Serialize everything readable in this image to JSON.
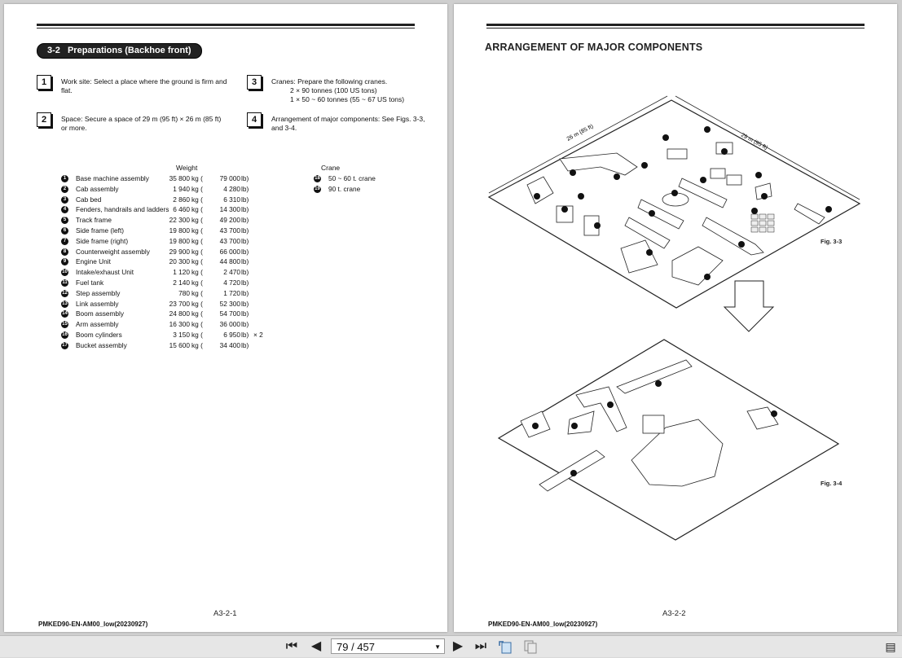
{
  "left_page": {
    "section_number": "3-2",
    "section_title": "Preparations (Backhoe front)",
    "steps": [
      {
        "num": "1",
        "text": "Work site: Select a place where the ground is firm and flat."
      },
      {
        "num": "2",
        "text": "Space: Secure a space of 29 m (95 ft) × 26 m (85 ft) or more."
      },
      {
        "num": "3",
        "text": "Cranes: Prepare the following cranes.",
        "sub": [
          "2 × 90 tonnes (100 US tons)",
          "1 × 50 ~ 60 tonnes (55 ~ 67 US tons)"
        ]
      },
      {
        "num": "4",
        "text": "Arrangement of major components: See Figs. 3-3, and 3-4."
      }
    ],
    "weight_header": "Weight",
    "crane_header": "Crane",
    "parts": [
      {
        "n": "1",
        "name": "Base machine assembly",
        "kg": "35 800",
        "lb": "79 000"
      },
      {
        "n": "2",
        "name": "Cab assembly",
        "kg": "1 940",
        "lb": "4 280"
      },
      {
        "n": "3",
        "name": "Cab bed",
        "kg": "2 860",
        "lb": "6 310"
      },
      {
        "n": "4",
        "name": "Fenders, handrails and ladders",
        "kg": "6 460",
        "lb": "14 300"
      },
      {
        "n": "5",
        "name": "Track frame",
        "kg": "22 300",
        "lb": "49 200"
      },
      {
        "n": "6",
        "name": "Side frame (left)",
        "kg": "19 800",
        "lb": "43 700"
      },
      {
        "n": "7",
        "name": "Side frame (right)",
        "kg": "19 800",
        "lb": "43 700"
      },
      {
        "n": "8",
        "name": "Counterweight assembly",
        "kg": "29 900",
        "lb": "66 000"
      },
      {
        "n": "9",
        "name": "Engine Unit",
        "kg": "20 300",
        "lb": "44 800"
      },
      {
        "n": "10",
        "name": "Intake/exhaust Unit",
        "kg": "1 120",
        "lb": "2 470"
      },
      {
        "n": "11",
        "name": "Fuel tank",
        "kg": "2 140",
        "lb": "4 720"
      },
      {
        "n": "12",
        "name": "Step assembly",
        "kg": "780",
        "lb": "1 720"
      },
      {
        "n": "13",
        "name": "Link assembly",
        "kg": "23 700",
        "lb": "52 300"
      },
      {
        "n": "14",
        "name": "Boom assembly",
        "kg": "24 800",
        "lb": "54 700"
      },
      {
        "n": "15",
        "name": "Arm assembly",
        "kg": "16 300",
        "lb": "36 000"
      },
      {
        "n": "16",
        "name": "Boom cylinders",
        "kg": "3 150",
        "lb": "6 950",
        "extra": "× 2"
      },
      {
        "n": "17",
        "name": "Bucket assembly",
        "kg": "15 600",
        "lb": "34 400"
      }
    ],
    "unit_kg": "kg (",
    "unit_lb": "lb)",
    "cranes": [
      {
        "n": "18",
        "name": "50 ~ 60 t. crane"
      },
      {
        "n": "19",
        "name": "90 t. crane"
      }
    ],
    "page_label": "A3-2-1",
    "doc_code": "PMKED90-EN-AM00_low(20230927)"
  },
  "right_page": {
    "title": "ARRANGEMENT OF MAJOR COMPONENTS",
    "dim_26": "26 m (85 ft)",
    "dim_29": "29 m (95 ft)",
    "fig_a": "Fig. 3-3",
    "fig_b": "Fig. 3-4",
    "page_label": "A3-2-2",
    "doc_code": "PMKED90-EN-AM00_low(20230927)"
  },
  "toolbar": {
    "page_indicator": "79 / 457"
  }
}
